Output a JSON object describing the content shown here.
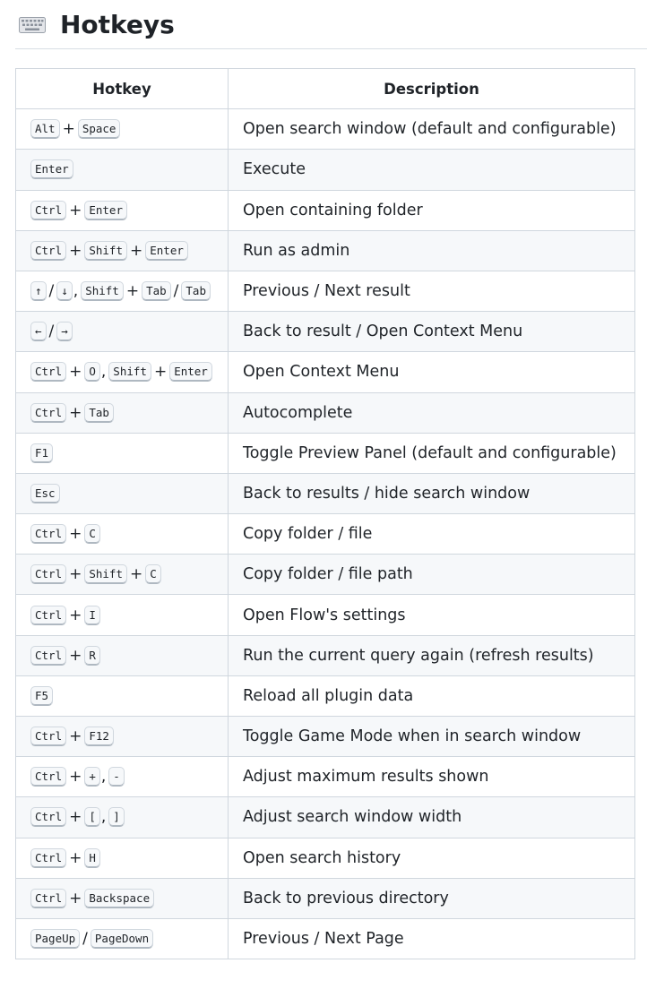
{
  "heading": {
    "title": "Hotkeys",
    "icon": "keyboard-icon"
  },
  "table": {
    "headers": [
      "Hotkey",
      "Description"
    ],
    "rows": [
      {
        "keys": [
          {
            "k": "Alt"
          },
          {
            "s": "+"
          },
          {
            "k": "Space"
          }
        ],
        "description": "Open search window (default and configurable)"
      },
      {
        "keys": [
          {
            "k": "Enter"
          }
        ],
        "description": "Execute"
      },
      {
        "keys": [
          {
            "k": "Ctrl"
          },
          {
            "s": "+"
          },
          {
            "k": "Enter"
          }
        ],
        "description": "Open containing folder"
      },
      {
        "keys": [
          {
            "k": "Ctrl"
          },
          {
            "s": "+"
          },
          {
            "k": "Shift"
          },
          {
            "s": "+"
          },
          {
            "k": "Enter"
          }
        ],
        "description": "Run as admin"
      },
      {
        "keys": [
          {
            "k": "↑"
          },
          {
            "s": "/"
          },
          {
            "k": "↓"
          },
          {
            "s": ","
          },
          {
            "k": "Shift"
          },
          {
            "s": "+"
          },
          {
            "k": "Tab"
          },
          {
            "s": "/"
          },
          {
            "k": "Tab"
          }
        ],
        "description": "Previous / Next result"
      },
      {
        "keys": [
          {
            "k": "←"
          },
          {
            "s": "/"
          },
          {
            "k": "→"
          }
        ],
        "description": "Back to result / Open Context Menu"
      },
      {
        "keys": [
          {
            "k": "Ctrl"
          },
          {
            "s": "+"
          },
          {
            "k": "O"
          },
          {
            "s": ","
          },
          {
            "k": "Shift"
          },
          {
            "s": "+"
          },
          {
            "k": "Enter"
          }
        ],
        "description": "Open Context Menu"
      },
      {
        "keys": [
          {
            "k": "Ctrl"
          },
          {
            "s": "+"
          },
          {
            "k": "Tab"
          }
        ],
        "description": "Autocomplete"
      },
      {
        "keys": [
          {
            "k": "F1"
          }
        ],
        "description": "Toggle Preview Panel (default and configurable)"
      },
      {
        "keys": [
          {
            "k": "Esc"
          }
        ],
        "description": "Back to results / hide search window"
      },
      {
        "keys": [
          {
            "k": "Ctrl"
          },
          {
            "s": "+"
          },
          {
            "k": "C"
          }
        ],
        "description": "Copy folder / file"
      },
      {
        "keys": [
          {
            "k": "Ctrl"
          },
          {
            "s": "+"
          },
          {
            "k": "Shift"
          },
          {
            "s": "+"
          },
          {
            "k": "C"
          }
        ],
        "description": "Copy folder / file path"
      },
      {
        "keys": [
          {
            "k": "Ctrl"
          },
          {
            "s": "+"
          },
          {
            "k": "I"
          }
        ],
        "description": "Open Flow's settings"
      },
      {
        "keys": [
          {
            "k": "Ctrl"
          },
          {
            "s": "+"
          },
          {
            "k": "R"
          }
        ],
        "description": "Run the current query again (refresh results)"
      },
      {
        "keys": [
          {
            "k": "F5"
          }
        ],
        "description": "Reload all plugin data"
      },
      {
        "keys": [
          {
            "k": "Ctrl"
          },
          {
            "s": "+"
          },
          {
            "k": "F12"
          }
        ],
        "description": "Toggle Game Mode when in search window"
      },
      {
        "keys": [
          {
            "k": "Ctrl"
          },
          {
            "s": "+"
          },
          {
            "k": "+"
          },
          {
            "s": ","
          },
          {
            "k": "-"
          }
        ],
        "description": "Adjust maximum results shown"
      },
      {
        "keys": [
          {
            "k": "Ctrl"
          },
          {
            "s": "+"
          },
          {
            "k": "["
          },
          {
            "s": ","
          },
          {
            "k": "]"
          }
        ],
        "description": "Adjust search window width"
      },
      {
        "keys": [
          {
            "k": "Ctrl"
          },
          {
            "s": "+"
          },
          {
            "k": "H"
          }
        ],
        "description": "Open search history"
      },
      {
        "keys": [
          {
            "k": "Ctrl"
          },
          {
            "s": "+"
          },
          {
            "k": "Backspace"
          }
        ],
        "description": "Back to previous directory"
      },
      {
        "keys": [
          {
            "k": "PageUp"
          },
          {
            "s": "/"
          },
          {
            "k": "PageDown"
          }
        ],
        "description": "Previous / Next Page"
      }
    ]
  }
}
